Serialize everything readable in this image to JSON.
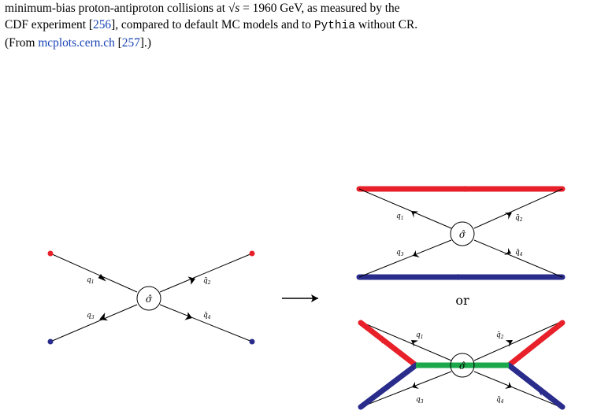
{
  "caption": {
    "line1_a": "minimum-bias proton-antiproton collisions at ",
    "line1_sqrt": "√s",
    "line1_b": " = 1960 GeV, as measured by the",
    "line2_a": "CDF experiment [",
    "line2_ref1": "256",
    "line2_b": "], compared to default MC models and to ",
    "line2_code": "Pythia",
    "line2_c": " without CR.",
    "line3_a": "(From ",
    "line3_link": "mcplots.cern.ch",
    "line3_b": " [",
    "line3_ref2": "257",
    "line3_c": "].)"
  },
  "figure": {
    "colors": {
      "red": "#e8202a",
      "blue": "#2a2c8c",
      "green": "#1aa84a",
      "black": "#000000"
    },
    "left_diagram": {
      "vertex_label": "σ̂",
      "labels": [
        "q1",
        "q̄2",
        "q3",
        "q̄4"
      ]
    },
    "arrow_symbol": "⟶",
    "or_label": "or",
    "top_right_diagram": {
      "vertex_label": "σ̂",
      "labels": [
        "q1",
        "q̄2",
        "q3",
        "q̄4"
      ]
    },
    "bottom_right_diagram": {
      "vertex_label": "σ̂",
      "labels": [
        "q1",
        "q̄2",
        "q3",
        "q̄4"
      ]
    }
  }
}
